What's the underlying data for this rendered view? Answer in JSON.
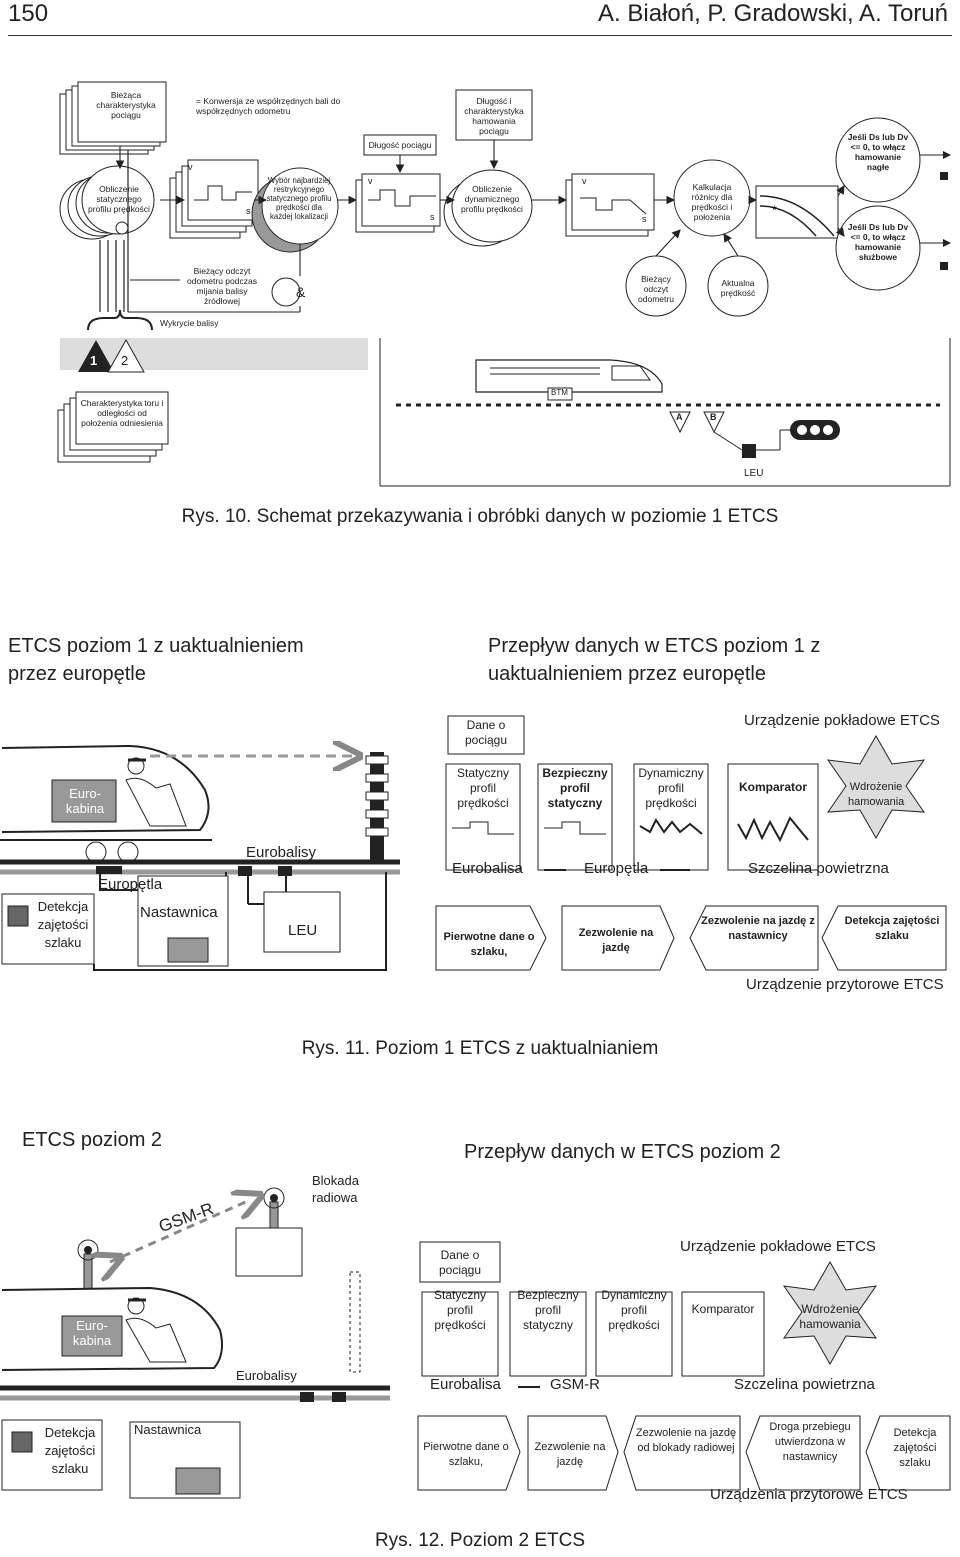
{
  "header": {
    "page_number": "150",
    "authors": "A. Białoń, P. Gradowski, A. Toruń"
  },
  "fig10": {
    "caption": "Rys. 10. Schemat przekazywania i obróbki danych w poziomie 1 ETCS",
    "biezaca": "Bieżąca charakterystyka pociągu",
    "konwersja": "= Konwersja ze współrzędnych bali do współrzędnych odometru",
    "dlugosc": "Długość pociągu",
    "dlugosc_hamowania": "Długość i charakterystyka hamowania pociągu",
    "obliczenie_stat": "Obliczenie statycznego profilu prędkości",
    "wybor": "Wybór najbardziej restrykcyjnego statycznego profilu prędkości dla każdej lokalizacji",
    "obliczenie_dyn": "Obliczenie dynamicznego profilu prędkości",
    "kalkulacja": "Kalkulacja różnicy dla prędkości i położenia",
    "jesli1": "Jeśli Ds lub Dv <= 0, to włącz hamowanie nagłe",
    "jesli2": "Jeśli Ds lub Dv <= 0, to włącz hamowanie służbowe",
    "biezacy_mijania": "Bieżący odczyt odometru podczas mijania balisy źródłowej",
    "amp": "&",
    "biezacy_odczyt": "Bieżący odczyt odometru",
    "aktualna": "Aktualna prędkość",
    "wykrycie": "Wykrycie balisy",
    "num1": "1",
    "num2": "2",
    "charakterystyka": "Charakterystyka toru i odległości od położenia odniesienia",
    "btm": "BTM",
    "leu": "LEU",
    "a": "A",
    "b": "B",
    "v": "v",
    "s": "s"
  },
  "fig11": {
    "caption": "Rys. 11. Poziom 1 ETCS z uaktualnianiem",
    "title_left": "ETCS poziom 1 z uaktualnieniem przez europętle",
    "title_right": "Przepływ danych w ETCS poziom 1 z uaktualnieniem przez europętle",
    "eurokabina": "Euro-kabina",
    "eurobalisy": "Eurobalisy",
    "europetla": "Europętla",
    "detekcja": "Detekcja zajętości szlaku",
    "nastawnica": "Nastawnica",
    "leu": "LEU",
    "dane": "Dane o pociągu",
    "pokladowe": "Urządzenie pokładowe ETCS",
    "flow": [
      "Statyczny profil prędkości",
      "Bezpieczny profil statyczny",
      "Dynamiczny profil prędkości",
      "Komparator"
    ],
    "wdrozenie": "Wdrożenie hamowania",
    "link_eurobalisa": "Eurobalisa",
    "link_europetla": "Europętla",
    "link_szczelina": "Szczelina powietrzna",
    "track": [
      "Pierwotne dane o szlaku,",
      "Zezwolenie na jazdę",
      "Zezwolenie na jazdę z nastawnicy",
      "Detekcja zajętości szlaku"
    ],
    "przytorowe": "Urządzenie przytorowe ETCS"
  },
  "fig12": {
    "caption": "Rys. 12. Poziom 2 ETCS",
    "title_left": "ETCS poziom 2",
    "title_right": "Przepływ danych w ETCS poziom 2",
    "blokada": "Blokada radiowa",
    "gsmr": "GSM-R",
    "eurokabina": "Euro-kabina",
    "eurobalisy": "Eurobalisy",
    "detekcja": "Detekcja zajętości szlaku",
    "nastawnica": "Nastawnica",
    "dane": "Dane o pociągu",
    "pokladowe": "Urządzenie pokładowe ETCS",
    "flow": [
      "Statyczny profil prędkości",
      "Bezpieczny profil statyczny",
      "Dynamiczny profil prędkości",
      "Komparator"
    ],
    "wdrozenie": "Wdrożenie hamowania",
    "link_eurobalisa": "Eurobalisa",
    "link_gsmr": "GSM-R",
    "link_szczelina": "Szczelina powietrzna",
    "track": [
      "Pierwotne dane o szlaku,",
      "Zezwolenie na jazdę",
      "Zezwolenie na jazdę od blokady radiowej",
      "Droga przebiegu utwierdzona w nastawnicy",
      "Detekcja zajętości szlaku"
    ],
    "przytorowe": "Urządzenia przytorowe ETCS"
  }
}
